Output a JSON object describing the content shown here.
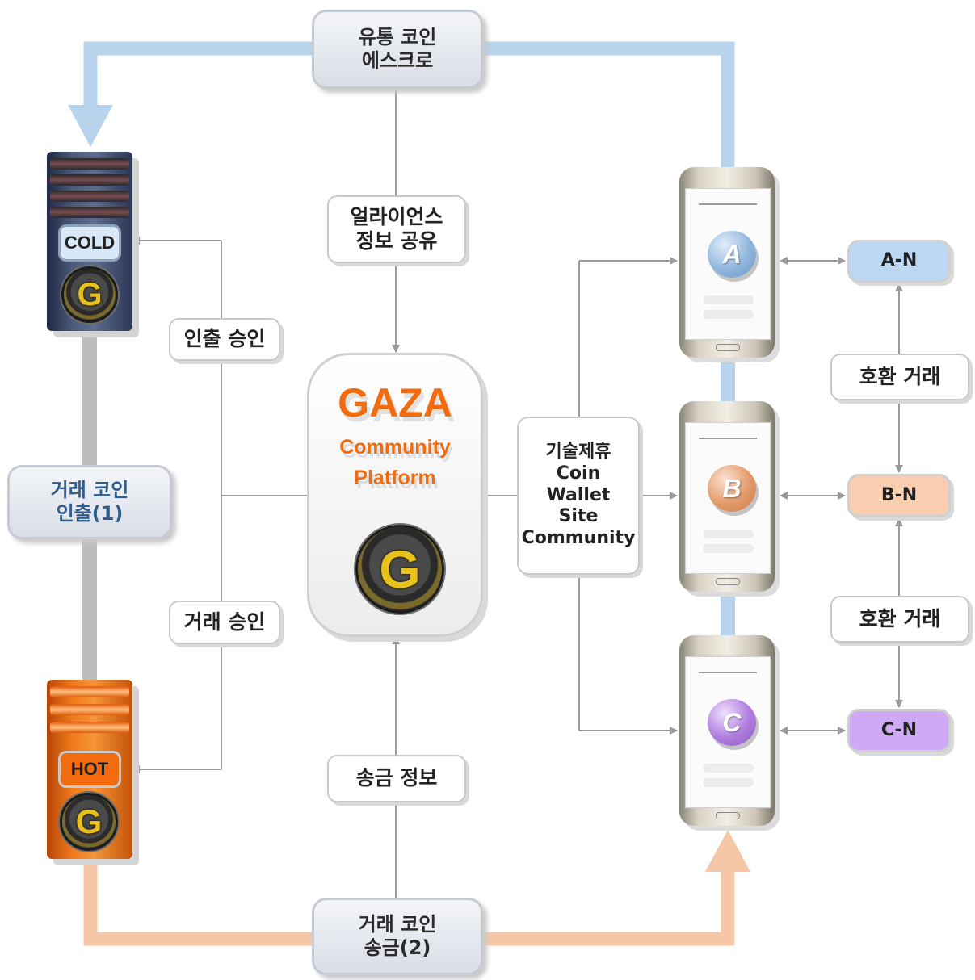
{
  "escrow_box": {
    "line1": "유통 코인",
    "line2": "에스크로"
  },
  "alliance_box": {
    "line1": "얼라이언스",
    "line2": "정보 공유"
  },
  "withdraw_approval": "인출 승인",
  "trade_approval": "거래 승인",
  "withdraw_box": {
    "line1": "거래 코인",
    "line2": "인출(1)"
  },
  "send_info": "송금 정보",
  "send_box": {
    "line1": "거래 코인",
    "line2": "송금(2)"
  },
  "platform": {
    "title": "GAZA",
    "line1": "Community",
    "line2": "Platform",
    "token_letter": "G"
  },
  "tech_box": {
    "lines": [
      "기술제휴",
      "Coin",
      "Wallet",
      "Site",
      "Community"
    ]
  },
  "cold_server": {
    "label": "COLD",
    "token_letter": "G"
  },
  "hot_server": {
    "label": "HOT",
    "token_letter": "G"
  },
  "phones": [
    {
      "letter": "A",
      "color": "#8fb6de"
    },
    {
      "letter": "B",
      "color": "#e39a6a"
    },
    {
      "letter": "C",
      "color": "#b07ce0"
    }
  ],
  "tiers": [
    {
      "label": "A-N",
      "color": "#bcd7f2"
    },
    {
      "label": "B-N",
      "color": "#f8cdb0"
    },
    {
      "label": "C-N",
      "color": "#cfa9f3"
    }
  ],
  "exchange_labels": [
    "호환 거래",
    "호환 거래"
  ],
  "colors": {
    "blue_flow": "#b8d3ec",
    "orange_flow": "#f6c7a7",
    "gray_flow": "#bdbdbd",
    "connector": "#9a9a9a",
    "accent": "#f26b0f"
  }
}
